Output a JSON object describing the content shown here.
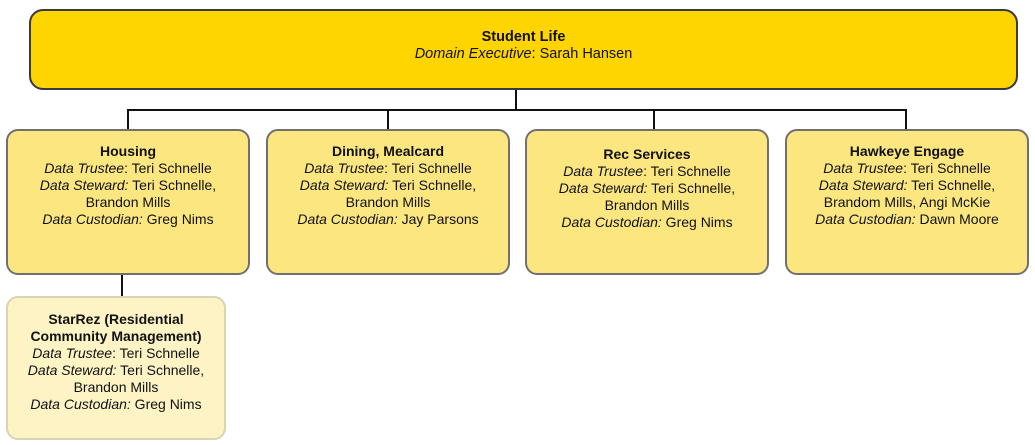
{
  "root": {
    "title": "Student Life",
    "role_label": "Domain Executive",
    "role_value": ": Sarah Hansen"
  },
  "children": [
    {
      "title": "Housing",
      "lines": [
        {
          "label": "Data Trustee",
          "value": ": Teri Schnelle"
        },
        {
          "label": "Data Steward:",
          "value": " Teri Schnelle,"
        },
        {
          "label": "",
          "value": "Brandon Mills"
        },
        {
          "label": "Data Custodian:",
          "value": " Greg Nims"
        }
      ]
    },
    {
      "title": "Dining, Mealcard",
      "lines": [
        {
          "label": "Data Trustee",
          "value": ": Teri Schnelle"
        },
        {
          "label": "Data Steward:",
          "value": " Teri Schnelle,"
        },
        {
          "label": "",
          "value": "Brandon Mills"
        },
        {
          "label": "Data Custodian:",
          "value": " Jay Parsons"
        }
      ]
    },
    {
      "title": "Rec Services",
      "lines": [
        {
          "label": "Data Trustee",
          "value": ": Teri Schnelle"
        },
        {
          "label": "Data Steward:",
          "value": " Teri Schnelle,"
        },
        {
          "label": "",
          "value": "Brandon Mills"
        },
        {
          "label": "Data Custodian:",
          "value": " Greg Nims"
        }
      ]
    },
    {
      "title": "Hawkeye Engage",
      "lines": [
        {
          "label": "Data Trustee",
          "value": ": Teri Schnelle"
        },
        {
          "label": "Data Steward:",
          "value": " Teri Schnelle,"
        },
        {
          "label": "",
          "value": "Brandom Mills, Angi McKie"
        },
        {
          "label": "Data Custodian:",
          "value": " Dawn Moore"
        }
      ]
    }
  ],
  "subchild": {
    "title_line1": "StarRez (Residential",
    "title_line2": "Community Management)",
    "lines": [
      {
        "label": "Data Trustee",
        "value": ": Teri Schnelle"
      },
      {
        "label": "Data Steward:",
        "value": " Teri Schnelle,"
      },
      {
        "label": "",
        "value": "Brandon Mills"
      },
      {
        "label": "Data Custodian:",
        "value": " Greg Nims"
      }
    ]
  },
  "colors": {
    "root_fill": "#ffd500",
    "child_fill": "#fce680",
    "subchild_fill": "#fdf3c4",
    "connector": "#111111"
  }
}
